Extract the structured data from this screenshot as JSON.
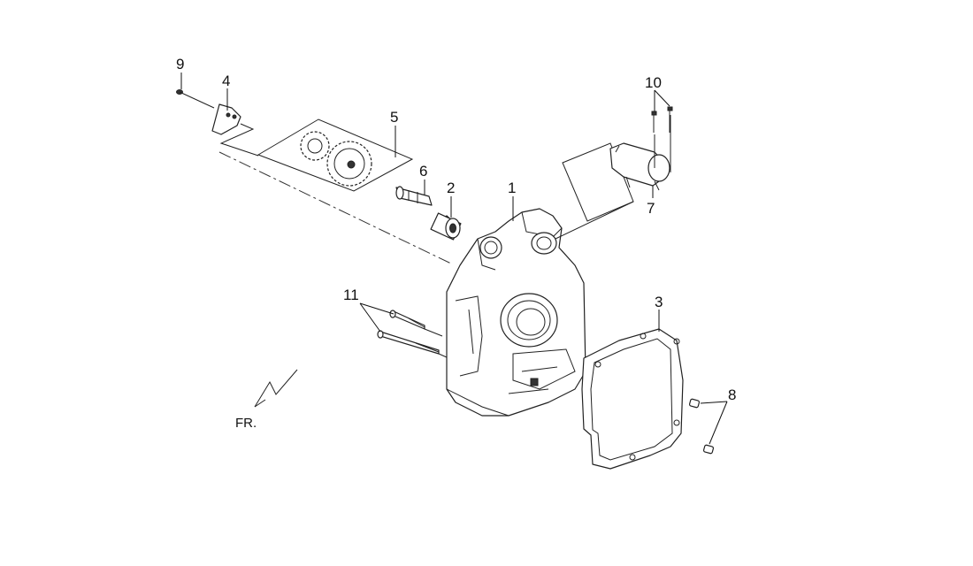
{
  "callouts": {
    "p1": "1",
    "p2": "2",
    "p3": "3",
    "p4": "4",
    "p5": "5",
    "p6": "6",
    "p7": "7",
    "p8": "8",
    "p9": "9",
    "p10": "10",
    "p11": "11"
  },
  "direction_label": "FR.",
  "icons": {
    "direction": "front-direction-arrow-icon"
  }
}
